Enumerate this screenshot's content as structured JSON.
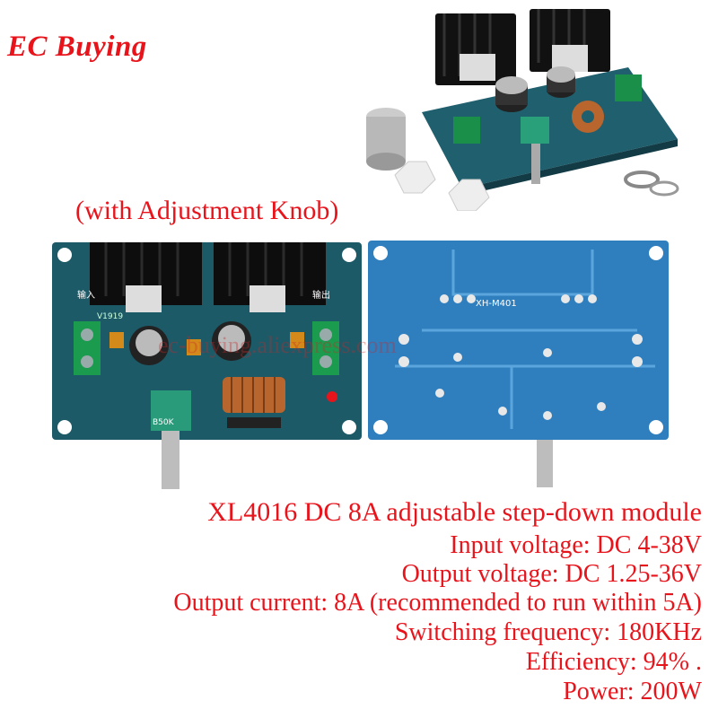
{
  "brand": "EC Buying",
  "caption": "(with Adjustment Knob)",
  "watermark": "ec-buying.aliexpress.com",
  "board_labels": {
    "input": "输入",
    "output": "输出",
    "model_front": "V1919",
    "model_back": "XH-M401",
    "pot": "B50K"
  },
  "specs": {
    "title": "XL4016 DC 8A adjustable step-down module",
    "input_voltage": "Input voltage: DC 4-38V",
    "output_voltage": "Output voltage: DC 1.25-36V",
    "output_current": "Output current: 8A (recommended to run within 5A)",
    "switching_frequency": "Switching frequency: 180KHz",
    "efficiency": "Efficiency: 94% .",
    "power": "Power: 200W"
  },
  "colors": {
    "accent": "#e8141c",
    "pcb_front": "#1d5a68",
    "pcb_back": "#2f7fbf"
  }
}
